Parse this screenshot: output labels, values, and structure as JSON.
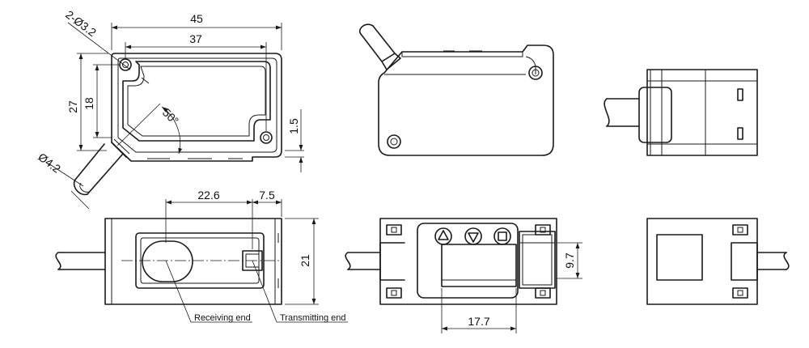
{
  "dimensions": {
    "overall_width": "45",
    "hole_pitch": "37",
    "mount_holes": "2-Ø3.2",
    "overall_height": "27",
    "hole_vertical_pitch": "18",
    "beam_angle": "50°",
    "step": "1.5",
    "cable_diameter": "Ø4.2",
    "receiver_offset": "22.6",
    "emitter_offset": "7.5",
    "depth": "21",
    "window_height": "9.7",
    "window_offset": "17.7"
  },
  "callouts": {
    "receiving_end": "Receiving end",
    "transmitting_end": "Transmitting end"
  },
  "control_buttons": [
    "up-arrow",
    "down-arrow",
    "set-square"
  ]
}
